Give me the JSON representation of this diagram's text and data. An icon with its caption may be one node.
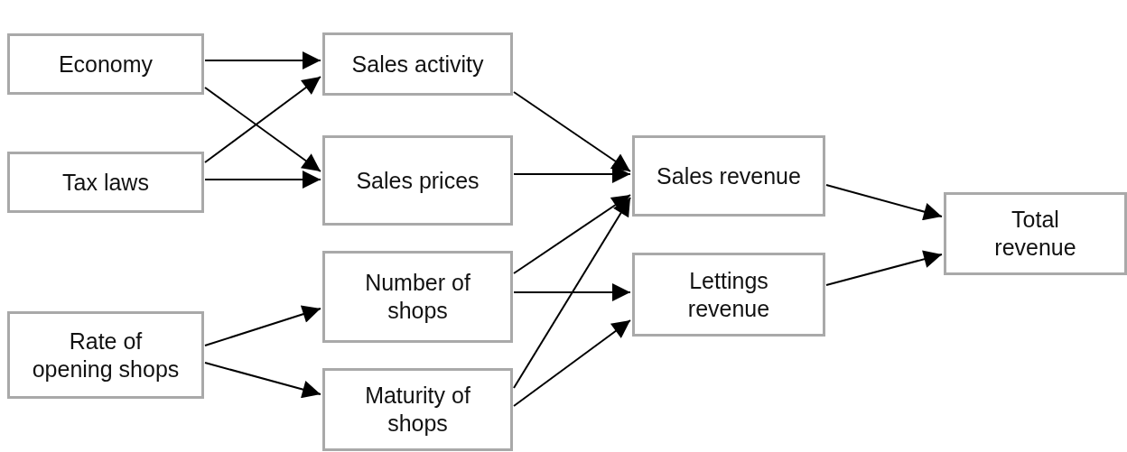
{
  "diagram": {
    "nodes": [
      {
        "text": [
          "Economy"
        ]
      },
      {
        "text": [
          "Tax laws"
        ]
      },
      {
        "text": [
          "Rate of opening shops"
        ]
      },
      {
        "text": [
          "Sales activity"
        ]
      },
      {
        "text": [
          "Sales prices"
        ]
      },
      {
        "text": [
          "Number of shops"
        ]
      },
      {
        "text": [
          "Maturity of shops"
        ]
      },
      {
        "text": [
          "Sales revenue"
        ]
      },
      {
        "text": [
          "Lettings revenue"
        ]
      },
      {
        "text": [
          "Total revenue"
        ]
      }
    ],
    "edges": [
      {
        "from": 0,
        "to": 3,
        "arrow": "to"
      },
      {
        "from": 0,
        "to": 4,
        "arrow": "to"
      },
      {
        "from": 1,
        "to": 3,
        "arrow": "to"
      },
      {
        "from": 1,
        "to": 4,
        "arrow": "to"
      },
      {
        "from": 2,
        "to": 5,
        "arrow": "to"
      },
      {
        "from": 2,
        "to": 6,
        "arrow": "to"
      },
      {
        "from": 3,
        "to": 7,
        "arrow": "to"
      },
      {
        "from": 4,
        "to": 7,
        "arrow": "to"
      },
      {
        "from": 5,
        "to": 7,
        "arrow": "to"
      },
      {
        "from": 5,
        "to": 8,
        "arrow": "to"
      },
      {
        "from": 6,
        "to": 7,
        "arrow": "to"
      },
      {
        "from": 6,
        "to": 8,
        "arrow": "to"
      },
      {
        "from": 7,
        "to": 9,
        "arrow": "to"
      },
      {
        "from": 8,
        "to": 9,
        "arrow": "to"
      }
    ]
  }
}
